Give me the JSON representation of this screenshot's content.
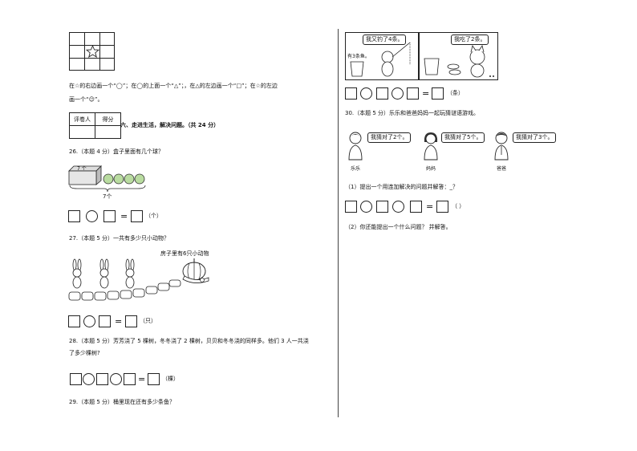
{
  "left": {
    "q_shapes_text_1": "在☆的右边画一个“◯”；在◯的上面一个“△”；，在△的左边画一个“□”；在☆的左边",
    "q_shapes_text_2": "画一个“☺”。",
    "score_table": {
      "reviewer": "评卷人",
      "score": "得分"
    },
    "section_title": "六、走进生活，解决问题。（共 24 分）",
    "q26": {
      "stem": "26.（本题 4 分）盒子里面有几个球？",
      "box_label": "7 个",
      "brace_label": "7个",
      "unit": "（个）"
    },
    "q27": {
      "stem": "27.（本题 5 分）一共有多少只小动物？",
      "caption": "房子里有6只小动物",
      "unit": "（只）"
    },
    "q28": {
      "stem_1": "28.（本题 5 分）芳芳浇了 5 棵树，冬冬浇了 2 棵树，贝贝和冬冬浇的同样多。他们 3 人一共浇",
      "stem_2": "了多少棵树?",
      "unit": "（棵）"
    },
    "q29": {
      "stem": "29.（本题 5 分）桶里现在还有多少条鱼？"
    }
  },
  "right": {
    "fish": {
      "bubble_1": "我又钓了4条。",
      "bubble_2": "我吃了2条。",
      "label": "有3条鱼。",
      "unit": "（条）"
    },
    "q30": {
      "stem": "30.（本题 5 分）乐乐和爸爸妈妈一起玩猜谜语游戏。",
      "people": [
        {
          "bubble": "我猜对了2个。",
          "name": "乐乐"
        },
        {
          "bubble": "我猜对了5个。",
          "name": "妈妈"
        },
        {
          "bubble": "我猜对了3个。",
          "name": "爸爸"
        }
      ],
      "sub1": "（1）提出一个用连加解决的问题并解答：_？",
      "sub1_unit": "（    ）",
      "sub2": "（2）你还能提出一个什么问题？ 并解答。"
    }
  },
  "equals": "="
}
